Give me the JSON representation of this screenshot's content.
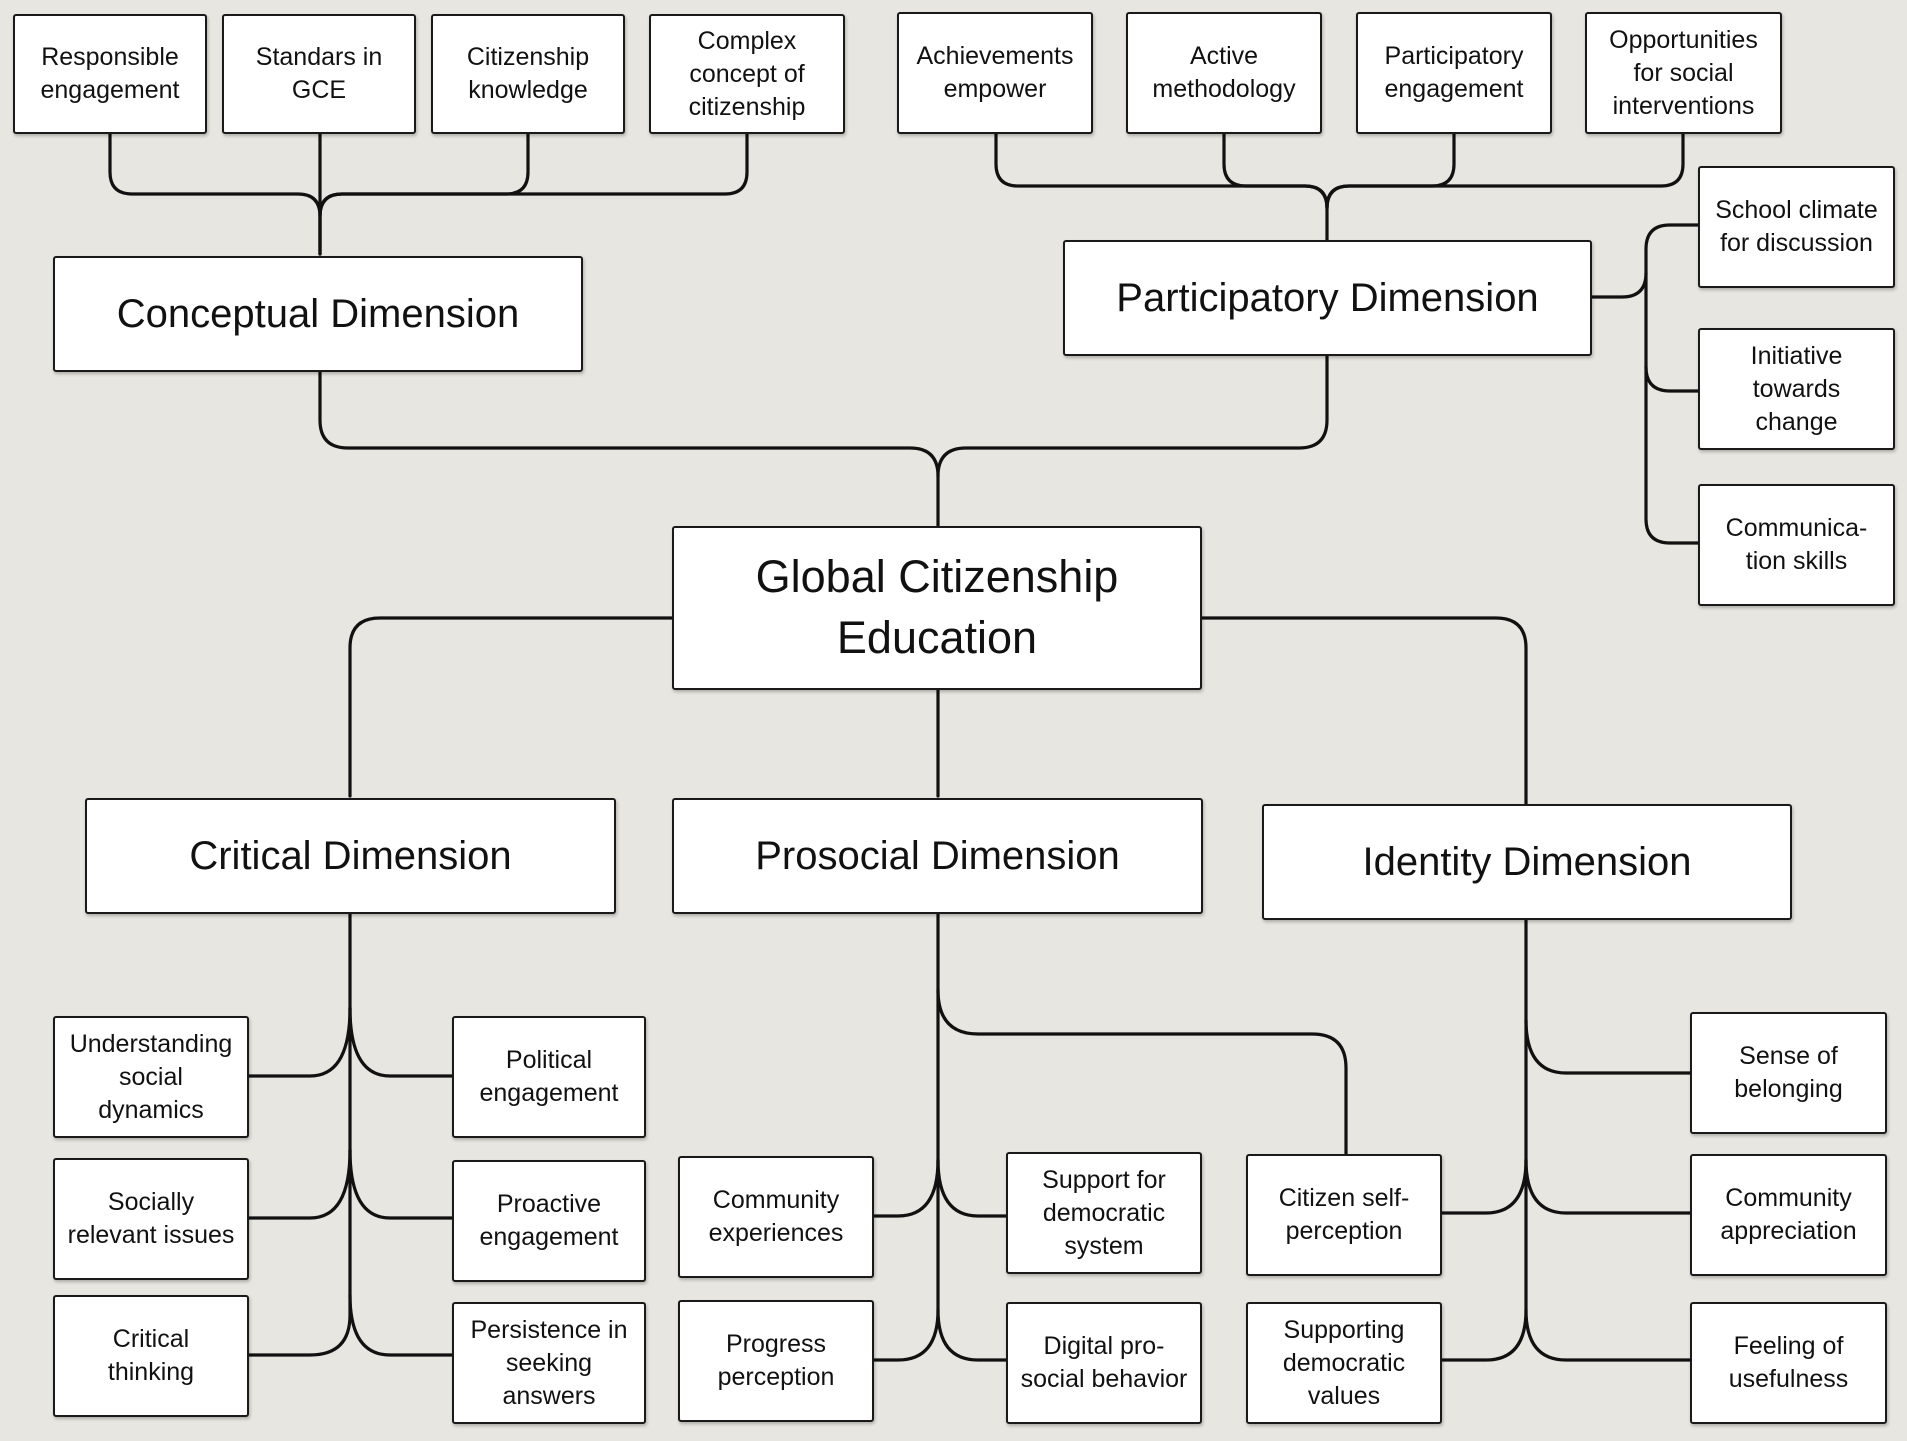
{
  "diagram": {
    "root": {
      "label": "Global Citizenship\nEducation"
    },
    "dimensions": {
      "conceptual": {
        "label": "Conceptual Dimension",
        "items": [
          "Responsible\nengagement",
          "Standars in\nGCE",
          "Citizenship\nknowledge",
          "Complex\nconcept of\ncitizenship"
        ]
      },
      "participatory": {
        "label": "Participatory Dimension",
        "items": [
          "Achievements\nempower",
          "Active\nmethodology",
          "Participatory\nengagement",
          "Opportunities\nfor social\ninterventions",
          "School climate\nfor discussion",
          "Initiative\ntowards\nchange",
          "Communica-\ntion skills"
        ]
      },
      "critical": {
        "label": "Critical Dimension",
        "items": [
          "Understanding\nsocial\ndynamics",
          "Political\nengagement",
          "Socially\nrelevant issues",
          "Proactive\nengagement",
          "Critical\nthinking",
          "Persistence in\nseeking\nanswers"
        ]
      },
      "prosocial": {
        "label": "Prosocial Dimension",
        "items": [
          "Community\nexperiences",
          "Support for\ndemocratic\nsystem",
          "Progress\nperception",
          "Digital pro-\nsocial behavior"
        ]
      },
      "identity": {
        "label": "Identity Dimension",
        "items": [
          "Citizen self-\nperception",
          "Supporting\ndemocratic\nvalues",
          "Sense of\nbelonging",
          "Community\nappreciation",
          "Feeling of\nusefulness"
        ]
      }
    }
  }
}
